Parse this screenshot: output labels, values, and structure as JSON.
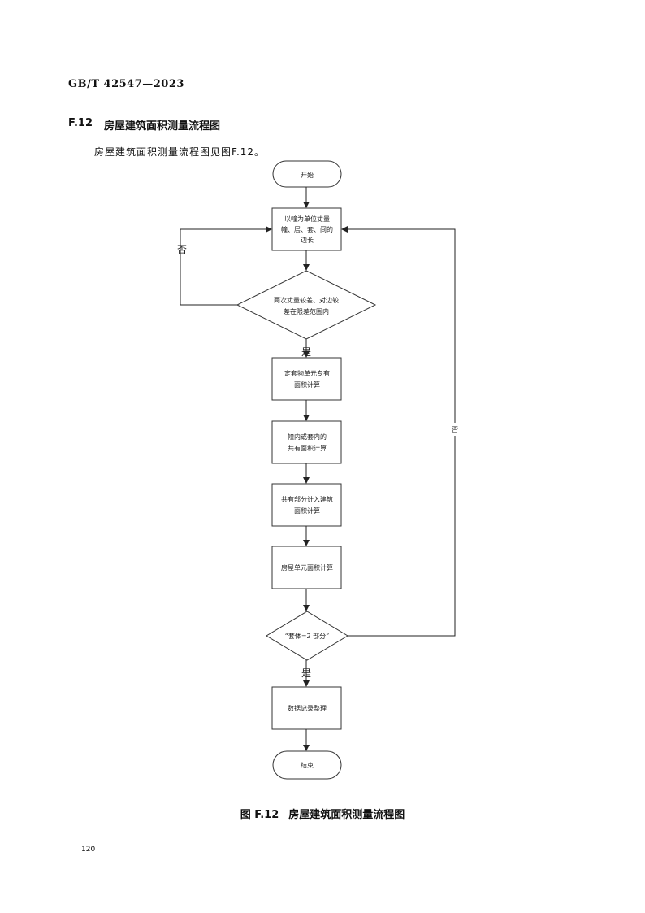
{
  "header": {
    "standard_number": "GB/T 42547—2023"
  },
  "section": {
    "number": "F.12",
    "title": "房屋建筑面积测量流程图"
  },
  "intro": "房屋建筑面积测量流程图见图F.12。",
  "flowchart": {
    "start": "开始",
    "measure": [
      "以幢为单位丈量",
      "幢、层、套、间的",
      "边长"
    ],
    "check": [
      "两次丈量较差、对边较",
      "差在限差范围内"
    ],
    "step1": [
      "定套物单元专有",
      "面积计算"
    ],
    "step2": [
      "幢内或套内的",
      "共有面积计算"
    ],
    "step3": [
      "共有部分计入建筑",
      "面积计算"
    ],
    "step4": "房屋单元面积计算",
    "check2": "“套体=2 部分”",
    "records": "数据记录整理",
    "end": "结束",
    "label_no_left": "否",
    "label_yes": "是",
    "label_no_right": "否",
    "label_yes_bottom": "是"
  },
  "caption": {
    "figure": "图 F.12",
    "title": "房屋建筑面积测量流程图"
  },
  "page_number": "120"
}
